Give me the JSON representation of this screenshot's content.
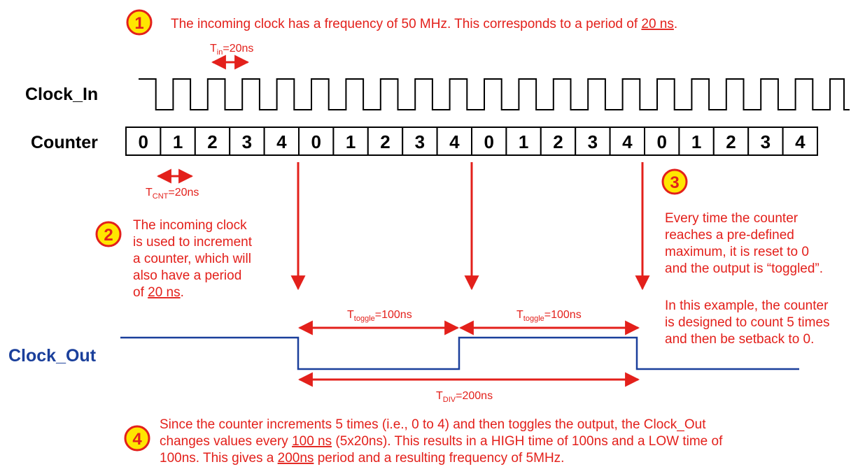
{
  "colors": {
    "annotation": "#e3201b",
    "clock_out": "#1a3f9b",
    "badge_fill": "#ffe600",
    "signal": "#000000"
  },
  "note1": {
    "num": "1",
    "text_a": "The incoming clock has a frequency of 50 MHz.  This corresponds to a period of ",
    "text_u": "20 ns",
    "text_b": "."
  },
  "t_in": {
    "main": "T",
    "sub": "in",
    "tail": "=20ns"
  },
  "labels": {
    "clock_in": "Clock_In",
    "counter": "Counter",
    "clock_out": "Clock_Out"
  },
  "counter_values": [
    "0",
    "1",
    "2",
    "3",
    "4",
    "0",
    "1",
    "2",
    "3",
    "4",
    "0",
    "1",
    "2",
    "3",
    "4",
    "0",
    "1",
    "2",
    "3",
    "4"
  ],
  "t_cnt": {
    "main": "T",
    "sub": "CNT",
    "tail": "=20ns"
  },
  "note2": {
    "num": "2",
    "l1": "The incoming clock",
    "l2": "is used to increment",
    "l3": "a counter, which will",
    "l4": "also have a period",
    "l5a": "of ",
    "l5u": "20 ns",
    "l5b": "."
  },
  "note3": {
    "num": "3",
    "l1": "Every time the counter",
    "l2": "reaches a pre-defined",
    "l3": "maximum, it is reset to 0",
    "l4": "and the output is “toggled”.",
    "l5": "In this example, the counter",
    "l6": "is designed to count 5 times",
    "l7": "and then be setback to 0."
  },
  "t_toggle": {
    "main": "T",
    "sub": "toggle",
    "tail": "=100ns"
  },
  "t_div": {
    "main": "T",
    "sub": "DIV",
    "tail": "=200ns"
  },
  "note4": {
    "num": "4",
    "l1": "Since the counter increments 5 times (i.e., 0 to 4) and then toggles the output, the Clock_Out",
    "l2a": "changes values every ",
    "l2u": "100 ns",
    "l2b": " (5x20ns).  This results in a HIGH time of 100ns and a LOW time of",
    "l3a": "100ns.  This gives a ",
    "l3u": "200ns",
    "l3b": " period and a resulting frequency of 5MHz."
  }
}
